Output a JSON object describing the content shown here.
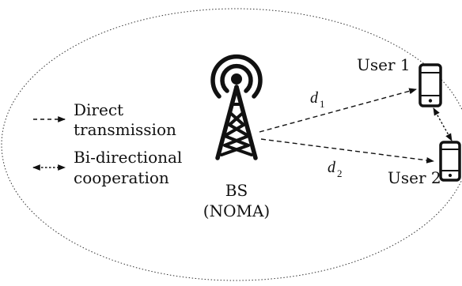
{
  "legend": {
    "direct_line1": "Direct",
    "direct_line2": "transmission",
    "coop_line1": "Bi-directional",
    "coop_line2": "cooperation"
  },
  "base_station": {
    "label_line1": "BS",
    "label_line2": "(NOMA)",
    "icon": "cell-tower-icon"
  },
  "users": {
    "user1": "User 1",
    "user2": "User 2",
    "icon": "smartphone-icon"
  },
  "distances": {
    "d1_symbol": "d",
    "d1_subscript": "1",
    "d2_symbol": "d",
    "d2_subscript": "2"
  }
}
